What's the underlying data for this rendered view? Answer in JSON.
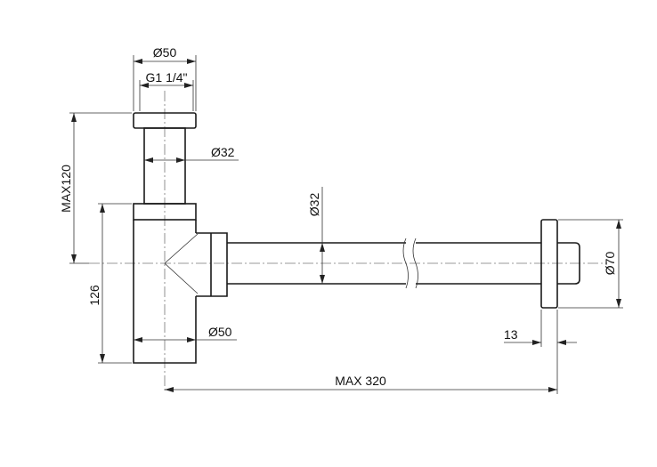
{
  "title": "Bottle trap technical drawing",
  "dimensions": {
    "top_outer_diameter": "Ø50",
    "thread": "G1 1/4\"",
    "upper_pipe_diameter": "Ø32",
    "max_height": "MAX120",
    "body_height": "126",
    "body_diameter": "Ø50",
    "outlet_pipe_diameter": "Ø32",
    "wall_flange_diameter": "Ø70",
    "flange_thickness": "13",
    "max_length": "MAX 320"
  },
  "colors": {
    "line": "#1a1a1a",
    "centerline": "#777777"
  }
}
